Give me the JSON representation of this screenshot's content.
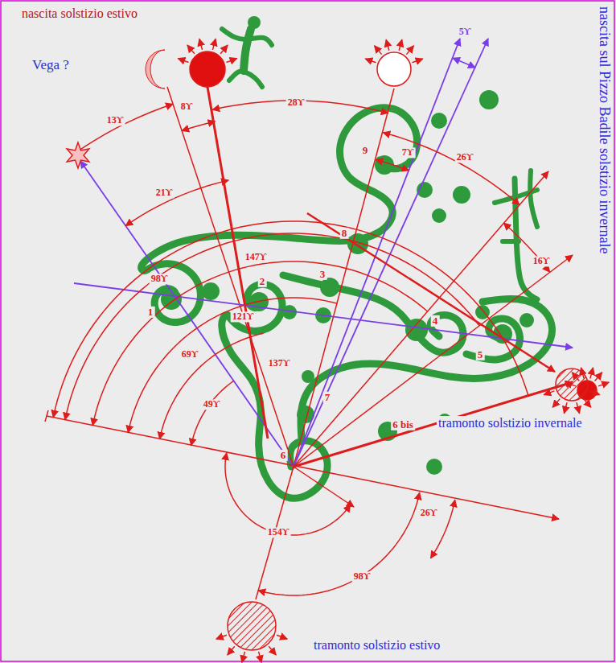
{
  "diagram": {
    "labels": [
      "nascita solstizio estivo",
      "nascita sul Pizzo Badile solstizio invernale",
      "Vega ?",
      "8ϒ",
      "28ϒ",
      "13ϒ",
      "21ϒ",
      "7ϒ",
      "26ϒ",
      "5ϒ",
      "16ϒ",
      "147ϒ",
      "98ϒ",
      "121ϒ",
      "137ϒ",
      "69ϒ",
      "49ϒ",
      "154ϒ",
      "98ϒ",
      "26ϒ",
      "1",
      "2",
      "3",
      "4",
      "5",
      "6",
      "6 bis",
      "7",
      "8",
      "9",
      "tramonto solstizio invernale",
      "tramonto solstizio estivo"
    ]
  }
}
